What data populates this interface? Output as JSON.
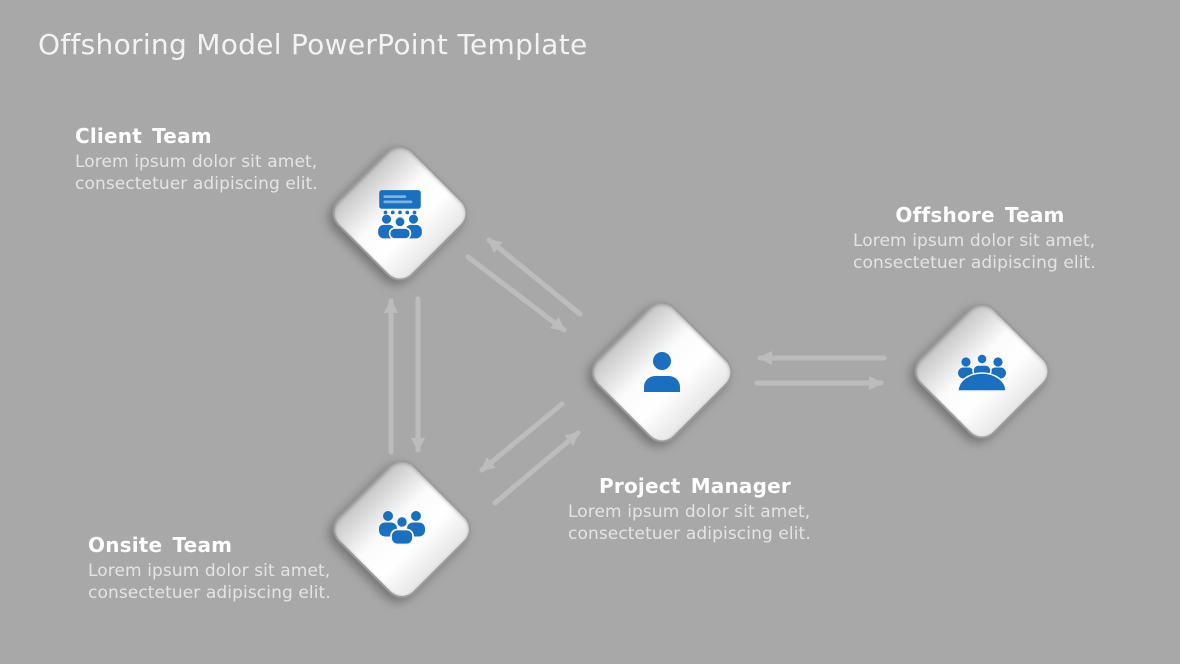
{
  "slide": {
    "title": "Offshoring Model PowerPoint Template",
    "colors": {
      "background": "#a8a8a8",
      "accent_blue": "#1b6fbf",
      "arrow": "#c0c0c0",
      "title_text": "#f3f3f3",
      "heading_text": "#fdfdfd",
      "body_text": "#e4e4e4"
    },
    "nodes": [
      {
        "id": "client-team",
        "label": "Client Team",
        "description": "Lorem ipsum dolor sit amet, consectetuer adipiscing elit.",
        "icon": "presentation-audience-icon"
      },
      {
        "id": "onsite-team",
        "label": "Onsite Team",
        "description": "Lorem ipsum dolor sit amet, consectetuer adipiscing elit.",
        "icon": "people-group-icon"
      },
      {
        "id": "project-manager",
        "label": "Project Manager",
        "description": "Lorem ipsum dolor sit amet, consectetuer adipiscing elit.",
        "icon": "person-icon"
      },
      {
        "id": "offshore-team",
        "label": "Offshore Team",
        "description": "Lorem ipsum dolor sit amet, consectetuer adipiscing elit.",
        "icon": "meeting-table-icon"
      }
    ],
    "connections": [
      {
        "from": "client-team",
        "to": "project-manager",
        "style": "double-line",
        "direction": "bidirectional"
      },
      {
        "from": "client-team",
        "to": "onsite-team",
        "style": "double-line",
        "direction": "bidirectional"
      },
      {
        "from": "onsite-team",
        "to": "project-manager",
        "style": "double-line",
        "direction": "bidirectional"
      },
      {
        "from": "project-manager",
        "to": "offshore-team",
        "style": "double-line",
        "direction": "bidirectional"
      }
    ]
  }
}
